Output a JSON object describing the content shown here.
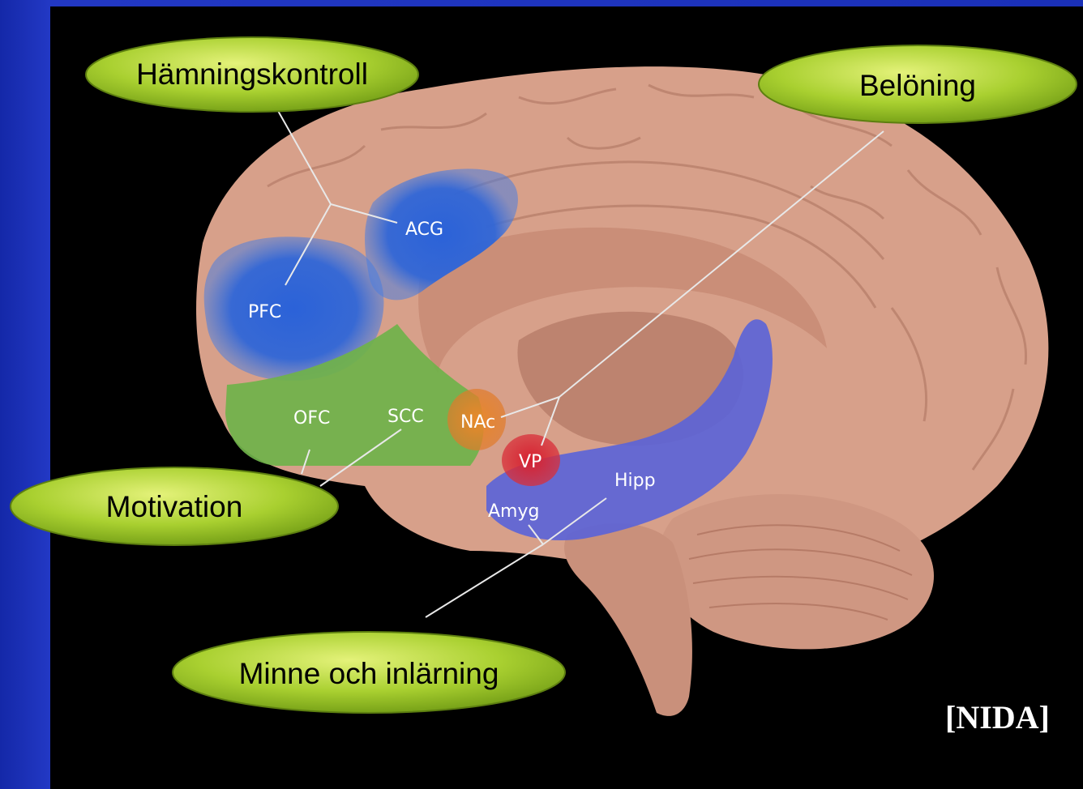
{
  "callouts": {
    "inhibition": "Hämningskontroll",
    "reward": "Belöning",
    "motivation": "Motivation",
    "memory": "Minne och inlärning"
  },
  "regions": {
    "pfc": "PFC",
    "acg": "ACG",
    "ofc": "OFC",
    "scc": "SCC",
    "nac": "NAc",
    "vp": "VP",
    "hipp": "Hipp",
    "amyg": "Amyg"
  },
  "credit": "[NIDA]",
  "colors": {
    "slide_background": "#1b2fb5",
    "brain": "#d8a08a",
    "control_regions": "#2a5fd6",
    "motivation_regions": "#6fb24a",
    "reward_nac": "#e07a2a",
    "reward_vp": "#d8303a",
    "memory_regions": "#5a63d8",
    "callout_fill": "#a9d030"
  }
}
